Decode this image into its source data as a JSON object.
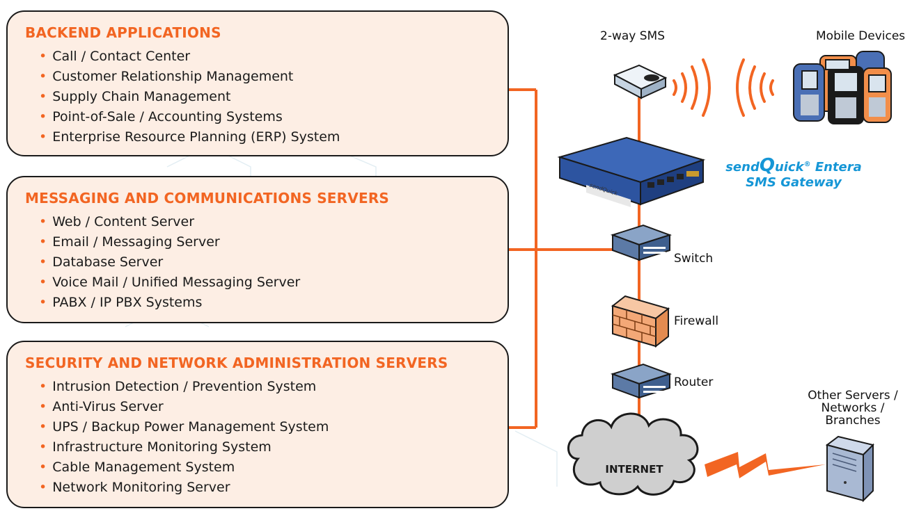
{
  "panels": [
    {
      "title": "BACKEND APPLICATIONS",
      "items": [
        "Call / Contact Center",
        "Customer Relationship Management",
        "Supply Chain Management",
        "Point-of-Sale / Accounting Systems",
        "Enterprise Resource Planning (ERP) System"
      ]
    },
    {
      "title": "MESSAGING AND COMMUNICATIONS SERVERS",
      "items": [
        "Web / Content Server",
        "Email / Messaging Server",
        "Database Server",
        "Voice Mail / Unified Messaging Server",
        "PABX / IP PBX Systems"
      ]
    },
    {
      "title": "SECURITY AND NETWORK ADMINISTRATION SERVERS",
      "items": [
        "Intrusion Detection / Prevention System",
        "Anti-Virus Server",
        "UPS / Backup Power Management System",
        "Infrastructure Monitoring System",
        "Cable Management System",
        "Network Monitoring Server"
      ]
    }
  ],
  "bullet": "•",
  "labels": {
    "two_way_sms": "2-way SMS",
    "mobile_devices": "Mobile Devices",
    "gateway_line1_pre": "send",
    "gateway_line1_q": "Q",
    "gateway_line1_post": "uick",
    "gateway_reg": "®",
    "gateway_line1_tail": " Entera",
    "gateway_line2": "SMS Gateway",
    "device_brand": "sendQuick",
    "switch": "Switch",
    "firewall": "Firewall",
    "router": "Router",
    "other_servers": [
      "Other Servers /",
      "Networks /",
      "Branches"
    ],
    "internet": "INTERNET"
  },
  "colors": {
    "accent": "#f26522",
    "panel_bg": "#fdeee4",
    "brand_blue": "#1596d6",
    "line": "#f26522"
  }
}
